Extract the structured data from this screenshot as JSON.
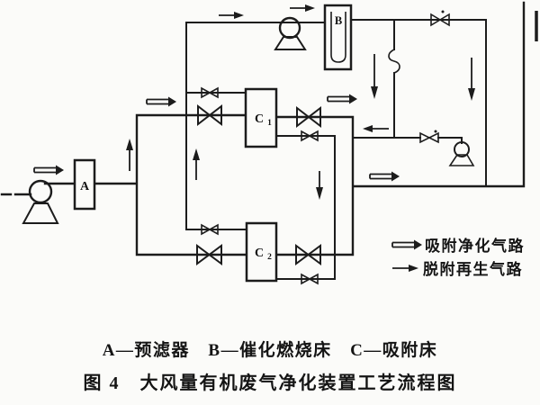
{
  "figure": {
    "colors": {
      "ink": "#1c1c1c",
      "paper": "#fbfbf9"
    },
    "equipment": {
      "prefilter_label": "A",
      "combustion_bed_label": "B",
      "adsorber_base": "C",
      "adsorber1_sub": "1",
      "adsorber2_sub": "2"
    },
    "legend": {
      "adsorption_path": "吸附净化气路",
      "desorption_path": "脱附再生气路"
    },
    "captions": {
      "key": "A—预滤器　B—催化燃烧床　C—吸附床",
      "title": "图 4　大风量有机废气净化装置工艺流程图"
    }
  }
}
